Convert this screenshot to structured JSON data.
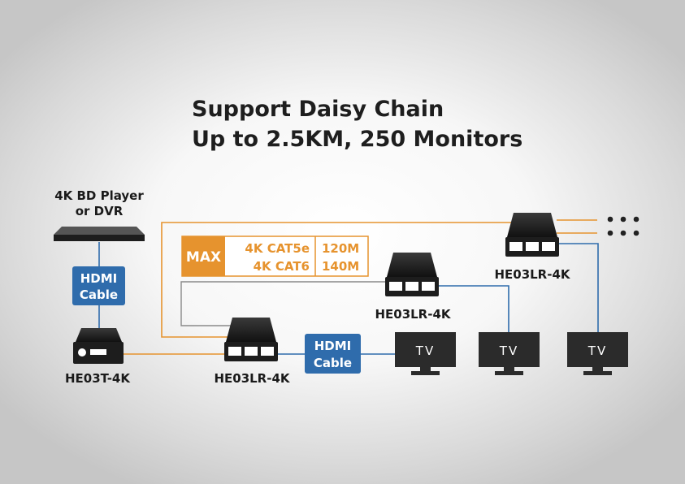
{
  "title": {
    "line1": "Support Daisy Chain",
    "line2": "Up to 2.5KM, 250 Monitors"
  },
  "source": {
    "line1": "4K BD Player",
    "line2": "or DVR"
  },
  "hdmi_cable": {
    "line1": "HDMI",
    "line2": "Cable"
  },
  "devices": {
    "transmitter": "HE03T-4K",
    "receiver": "HE03LR-4K"
  },
  "max_box": {
    "badge": "MAX",
    "rows": [
      {
        "cable": "4K CAT5e",
        "distance": "120M"
      },
      {
        "cable": "4K CAT6",
        "distance": "140M"
      }
    ]
  },
  "tv_label": "TV",
  "colors": {
    "orange": "#e6932e",
    "blue": "#2f6cac",
    "device": "#1d1d1d",
    "tv": "#2b2b2b"
  },
  "icons": [
    "bd-player-icon",
    "transmitter-icon",
    "receiver-icon",
    "tv-icon",
    "continuation-dots-icon"
  ]
}
